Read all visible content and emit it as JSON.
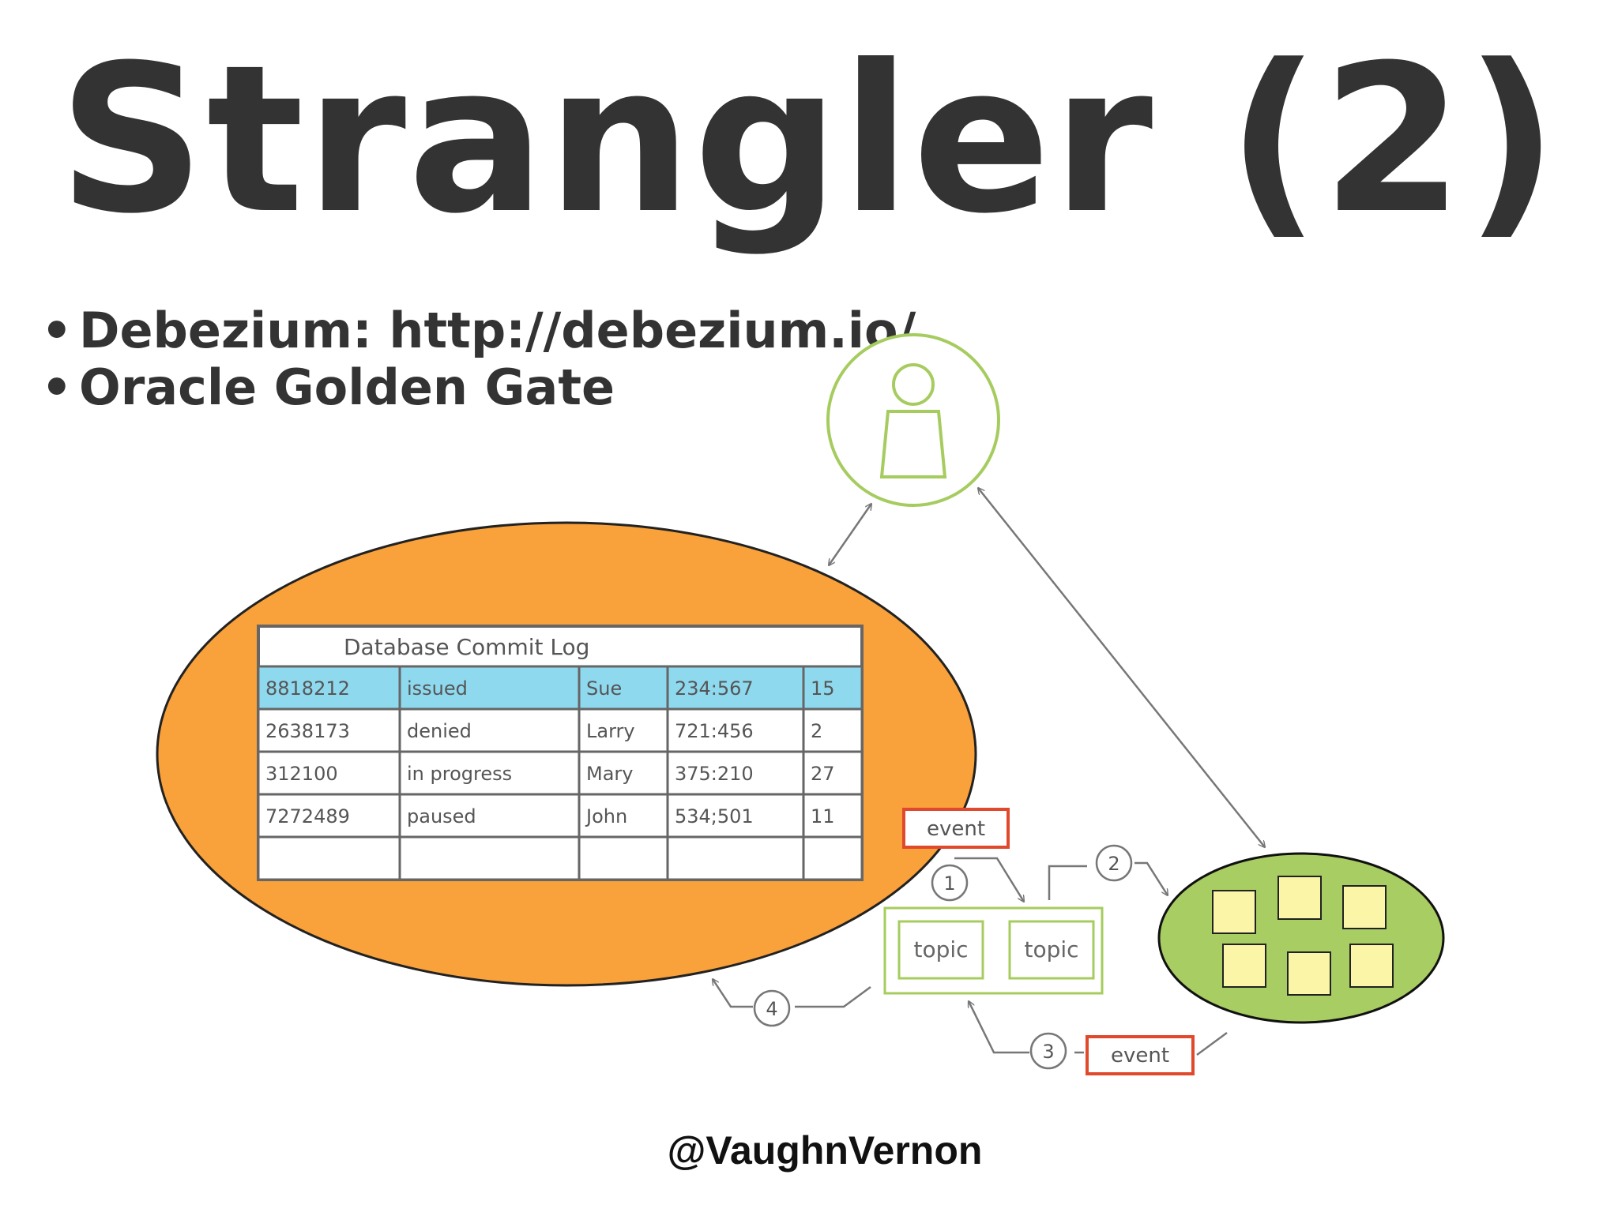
{
  "title": "Strangler (2)",
  "bullets": [
    "Debezium: http://debezium.io/",
    "Oracle Golden Gate"
  ],
  "commit_log": {
    "title": "Database Commit Log",
    "rows": [
      [
        "8818212",
        "issued",
        "Sue",
        "234:567",
        "15"
      ],
      [
        "2638173",
        "denied",
        "Larry",
        "721:456",
        "2"
      ],
      [
        "312100",
        "in progress",
        "Mary",
        "375:210",
        "27"
      ],
      [
        "7272489",
        "paused",
        "John",
        "534;501",
        "11"
      ],
      [
        "",
        "",
        "",
        "",
        ""
      ]
    ]
  },
  "labels": {
    "event_1": "event",
    "event_2": "event",
    "topic_1": "topic",
    "topic_2": "topic",
    "step_1": "1",
    "step_2": "2",
    "step_3": "3",
    "step_4": "4"
  },
  "footer": "@VaughnVernon",
  "colors": {
    "title": "#333333",
    "database_ellipse": "#f9a13a",
    "highlight_row": "#8fd9ef",
    "user_circle": "#a6cc5f",
    "service_ellipse": "#a8cd62",
    "sticky_note": "#fbf5a8",
    "event_box": "#e0492c",
    "topic_box": "#a6cc5f",
    "arrow": "#777777"
  }
}
